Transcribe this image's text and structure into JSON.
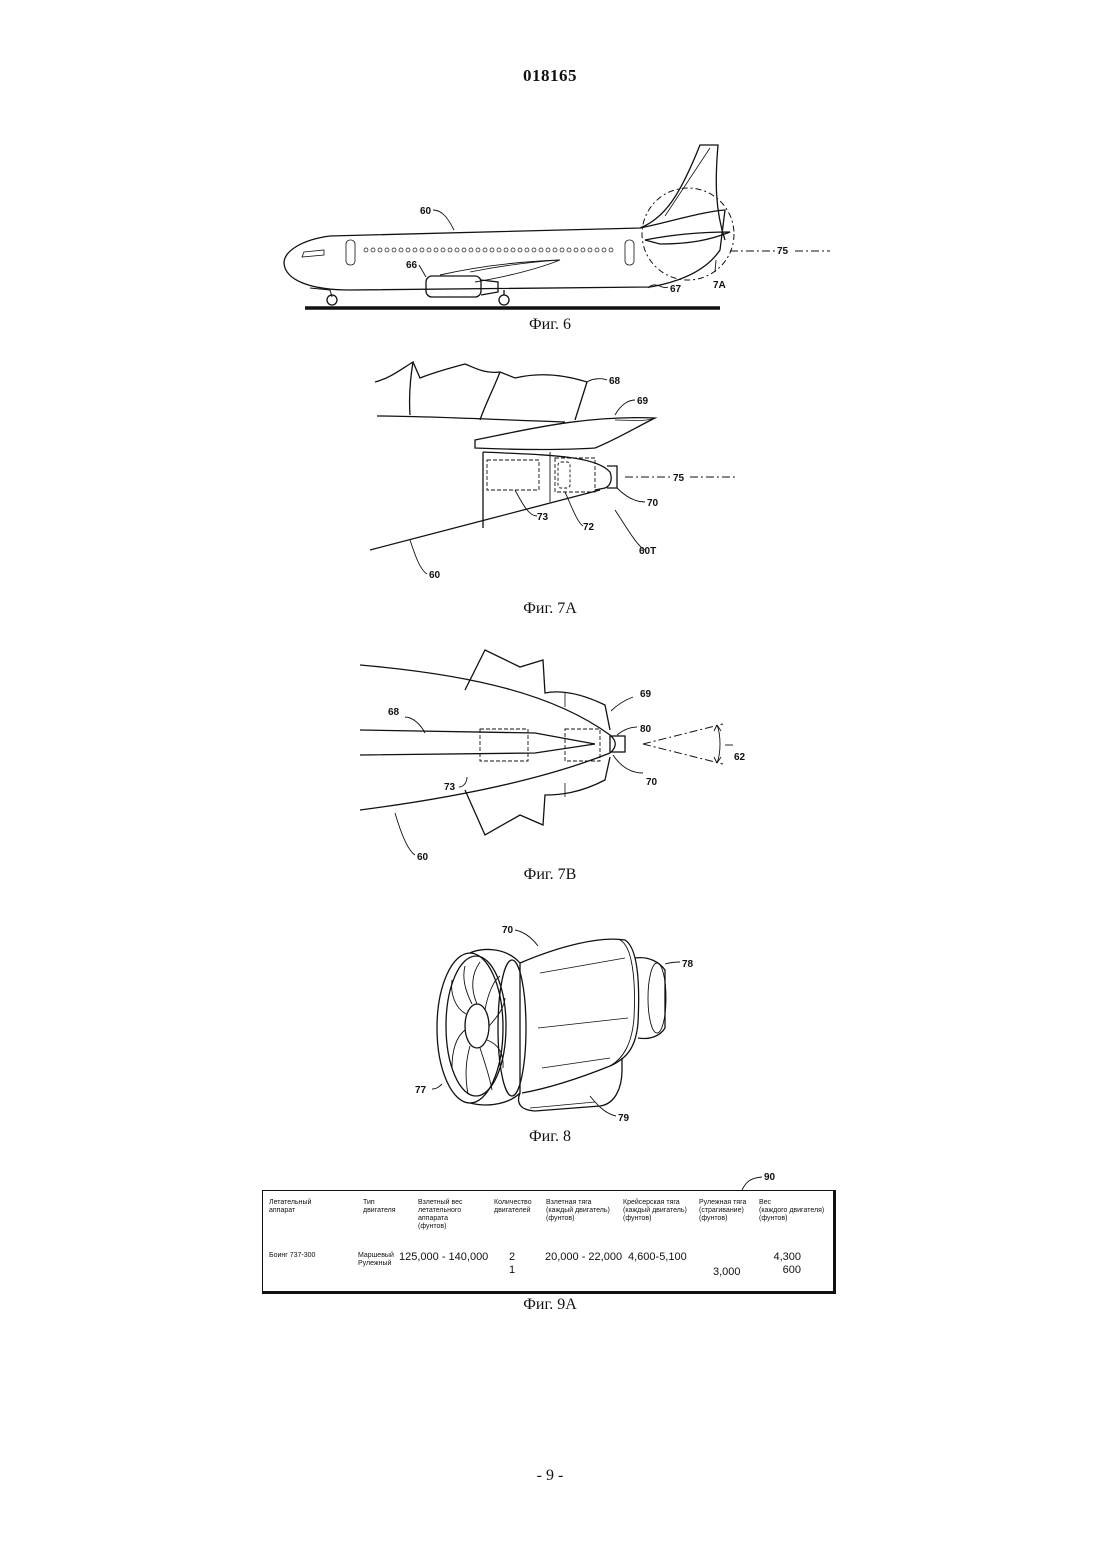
{
  "header": {
    "doc_number": "018165"
  },
  "figures": {
    "fig6": {
      "caption": "Фиг. 6",
      "labels": {
        "fuselage": "60",
        "engine": "66",
        "ground": "67",
        "axis": "75",
        "detail": "7A"
      }
    },
    "fig7a": {
      "caption": "Фиг. 7A",
      "labels": {
        "fin": "68",
        "stabilizer": "69",
        "apu": "70",
        "axis": "75",
        "unit73": "73",
        "unit72": "72",
        "tail": "60T",
        "fuselage": "60"
      }
    },
    "fig7b": {
      "caption": "Фиг. 7B",
      "labels": {
        "fin": "68",
        "stabilizer": "69",
        "nozzle": "80",
        "angle": "62",
        "unit73": "73",
        "apu": "70",
        "fuselage": "60"
      }
    },
    "fig8": {
      "caption": "Фиг. 8",
      "labels": {
        "engine": "70",
        "exhaust": "78",
        "fan": "77",
        "mount": "79"
      }
    },
    "fig9a": {
      "caption": "Фиг. 9A",
      "ref_label": "90",
      "table": {
        "headers": [
          "Летательный\nаппарат",
          "Тип\nдвигателя",
          "Взлетный вес\nлетательного\nаппарата\n(фунтов)",
          "Количество\nдвигателей",
          "Взлетная тяга\n(каждый двигатель)\n(фунтов)",
          "Крейсерская тяга\n(каждый двигатель)\n(фунтов)",
          "Рулежная тяга\n(страгивание)\n(фунтов)",
          "Вес\n(каждого двигателя)\n(фунтов)"
        ],
        "row": {
          "aircraft": "Боинг 737-300",
          "engine_types": "Маршевый\nРулежный",
          "takeoff_weight": "125,000 - 140,000",
          "engine_count": "2\n1",
          "takeoff_thrust": "20,000 - 22,000",
          "cruise_thrust": "4,600-5,100",
          "taxi_thrust": "3,000",
          "engine_weight": "4,300\n600"
        }
      }
    }
  },
  "footer": {
    "page_number": "- 9 -"
  }
}
